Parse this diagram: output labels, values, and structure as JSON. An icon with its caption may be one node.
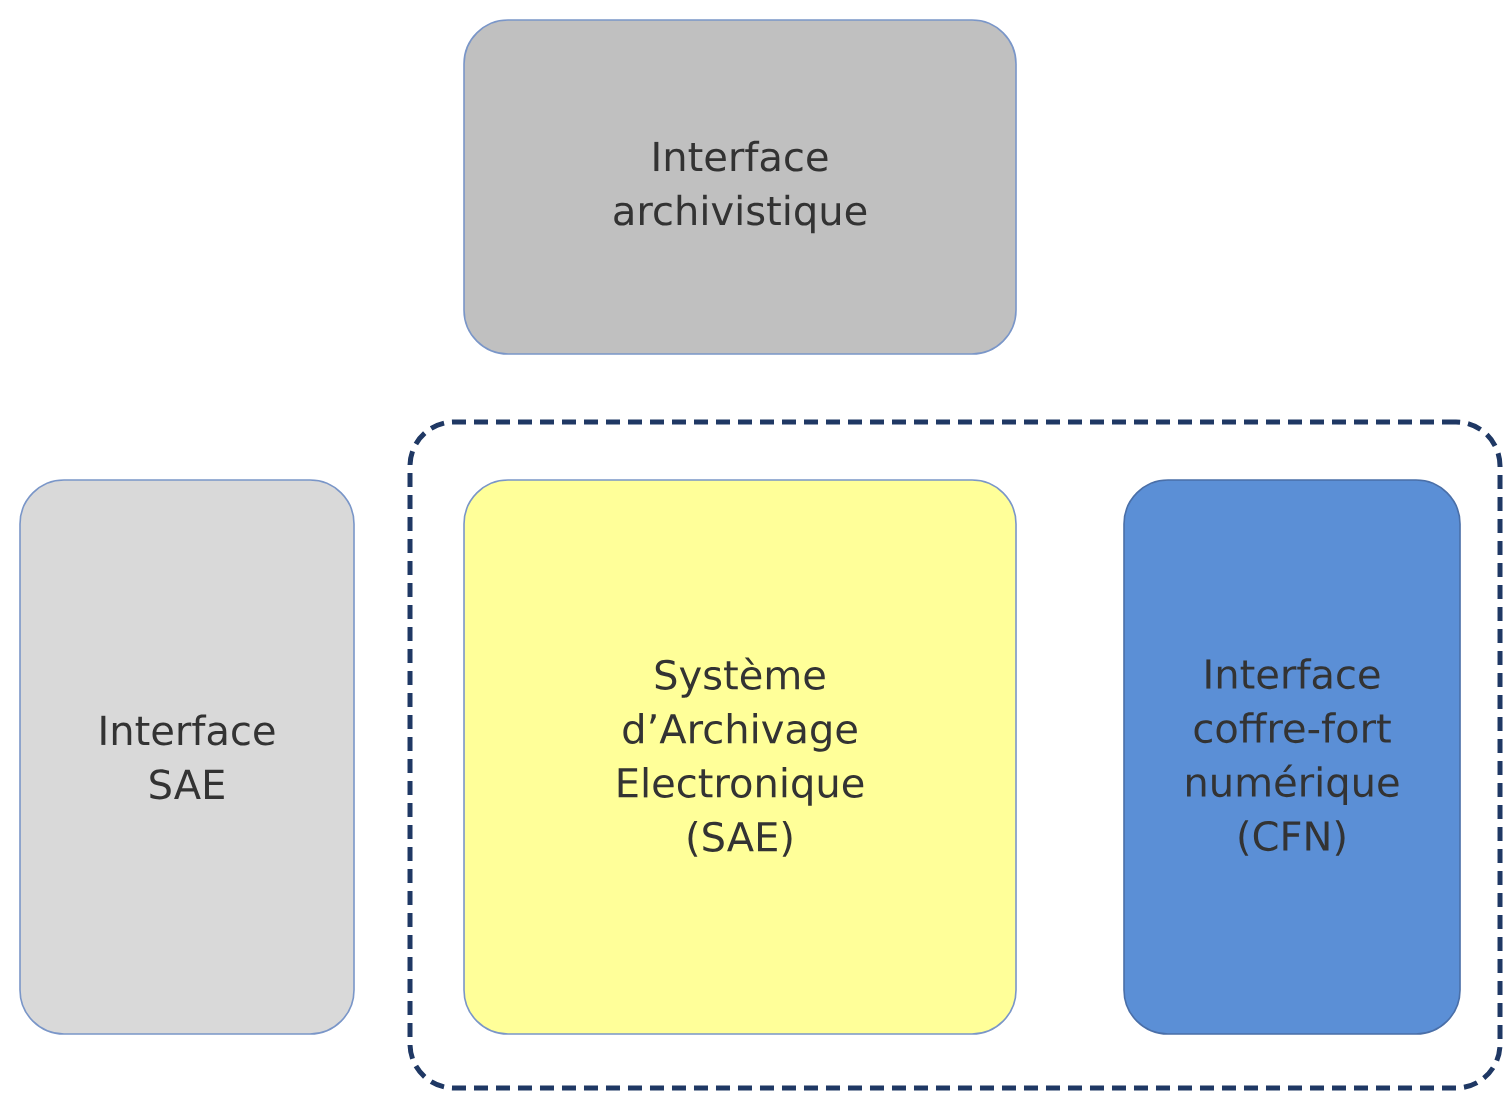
{
  "diagram": {
    "nodes": [
      {
        "text": [
          "Interface archivistique"
        ]
      },
      {
        "text": [
          "Interface SAE"
        ]
      },
      {
        "text": [],
        "shape": "box"
      },
      {
        "text": [
          "Système d’Archivage Electronique (SAE)"
        ],
        "in": 2
      },
      {
        "text": [
          "Interface coffre-fort numérique (CFN)"
        ],
        "in": 2
      }
    ]
  }
}
